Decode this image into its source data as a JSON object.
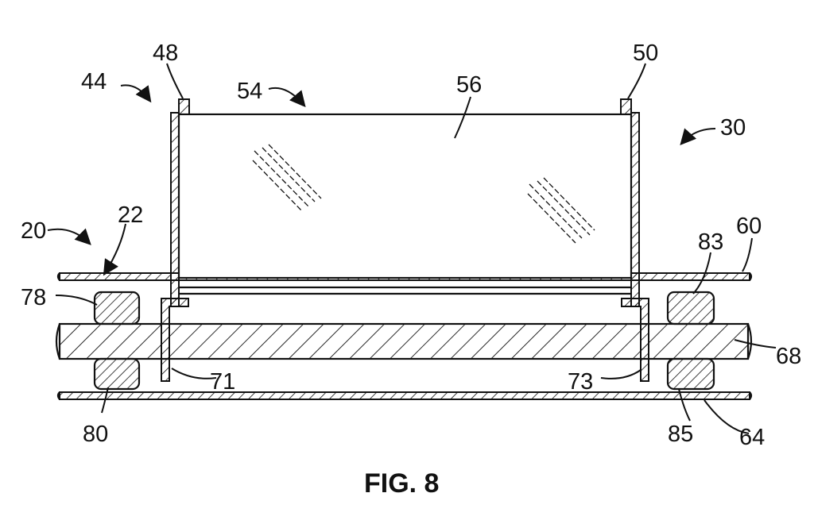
{
  "figure": {
    "caption": "FIG. 8",
    "labels": {
      "l48": "48",
      "l50": "50",
      "l44": "44",
      "l54": "54",
      "l56": "56",
      "l30": "30",
      "l20": "20",
      "l22": "22",
      "l60": "60",
      "l83": "83",
      "l78": "78",
      "l68": "68",
      "l71": "71",
      "l73": "73",
      "l80": "80",
      "l85": "85",
      "l64": "64"
    }
  }
}
